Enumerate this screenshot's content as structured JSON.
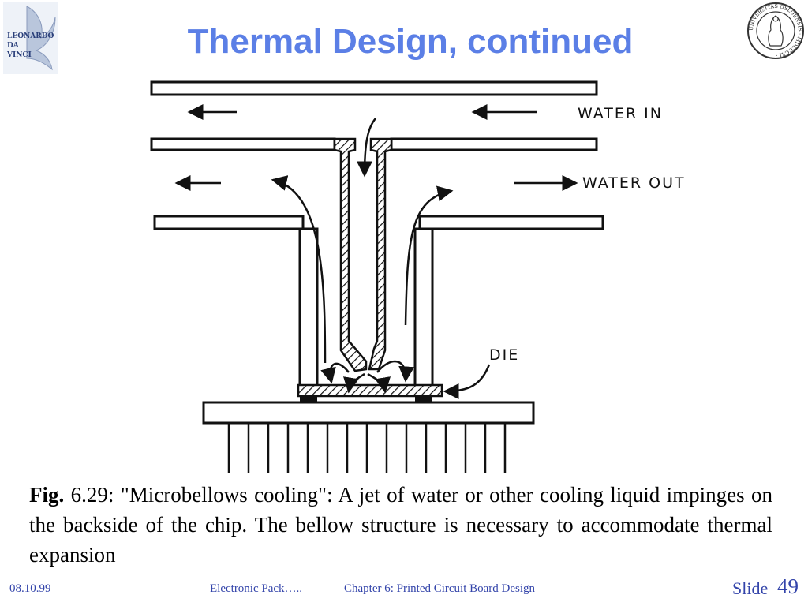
{
  "slide": {
    "title": "Thermal Design, continued",
    "left_logo_text": [
      "LEONARDO",
      "DA",
      "VINCI"
    ],
    "right_seal_text": "UNIVERSITAS OSLOENSIS MDCCCXI"
  },
  "diagram": {
    "labels": {
      "water_in": "WATER IN",
      "water_out": "WATER OUT",
      "die": "DIE"
    }
  },
  "caption": {
    "fig_label": "Fig.",
    "text": "6.29: \"Microbellows cooling\": A jet of water or other cooling liquid impinges on the backside of the chip. The bellow structure is necessary to accommodate thermal expansion"
  },
  "footer": {
    "date": "08.10.99",
    "course": "Electronic Pack…..",
    "chapter": "Chapter 6: Printed Circuit Board Design",
    "slide_label": "Slide",
    "slide_number": "49"
  },
  "colors": {
    "title": "#5b7fe6",
    "footer": "#3344aa"
  }
}
